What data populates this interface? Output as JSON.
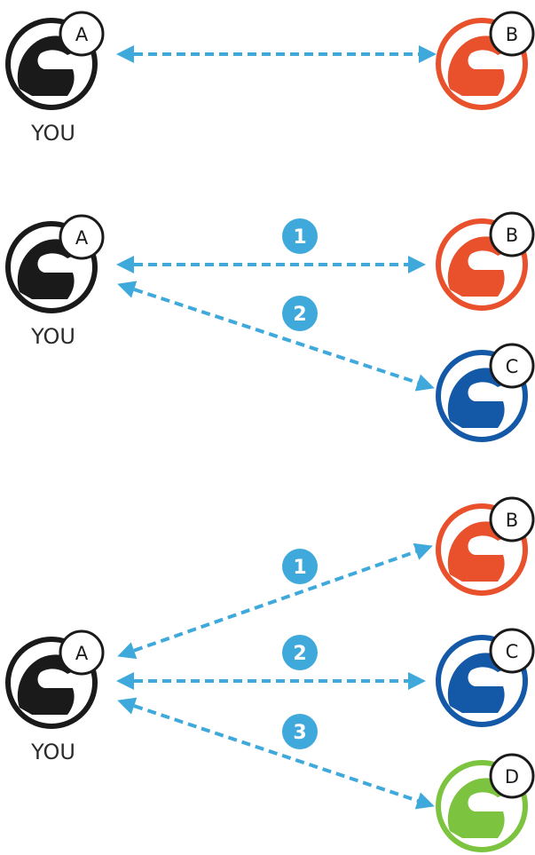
{
  "colors": {
    "link": "#3fa9dc",
    "helmet_a": "#1a1a1a",
    "helmet_b": "#e8512b",
    "helmet_c": "#1458a8",
    "helmet_d": "#7cc43f",
    "step_badge": "#3fa9dc"
  },
  "you_label": "YOU",
  "helmets": {
    "a": "A",
    "b": "B",
    "c": "C",
    "d": "D"
  },
  "steps": [
    "1",
    "2",
    "3"
  ],
  "icons": {
    "helmet": "helmet-icon",
    "arrow": "double-headed-dashed-arrow"
  }
}
